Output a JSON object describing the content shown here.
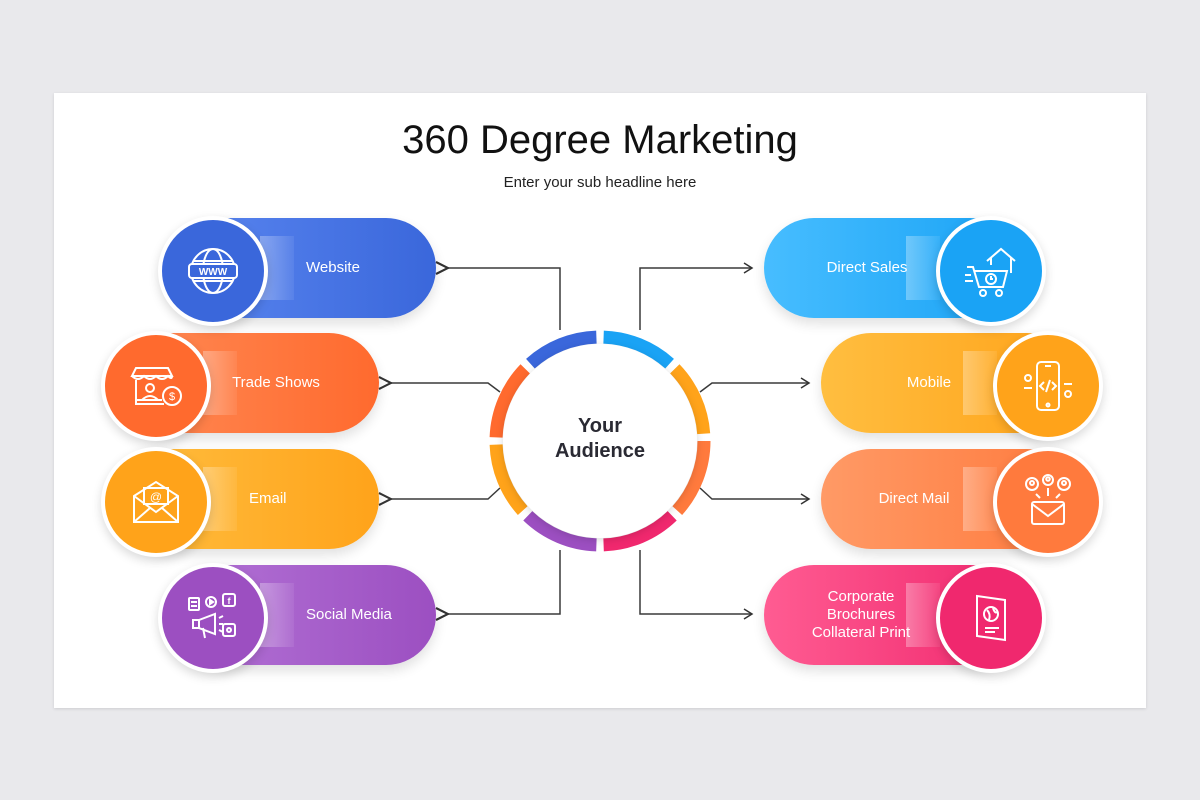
{
  "title": "360 Degree Marketing",
  "subtitle": "Enter your sub headline here",
  "center": {
    "line1": "Your",
    "line2": "Audience"
  },
  "left_items": [
    {
      "label": "Website",
      "color": "#3a67db",
      "light": "#5a86f0",
      "icon": "globe-www-icon"
    },
    {
      "label": "Trade Shows",
      "color": "#ff6a2e",
      "light": "#ff8a55",
      "icon": "shop-stand-icon"
    },
    {
      "label": "Email",
      "color": "#ffa31a",
      "light": "#ffbe40",
      "icon": "envelope-at-icon"
    },
    {
      "label": "Social Media",
      "color": "#9c4fc1",
      "light": "#b373d6",
      "icon": "social-megaphone-icon"
    }
  ],
  "right_items": [
    {
      "label": "Direct Sales",
      "color": "#1aa3f5",
      "light": "#47bdff",
      "icon": "cart-home-icon"
    },
    {
      "label": "Mobile",
      "color": "#ffa31a",
      "light": "#ffbe40",
      "icon": "mobile-code-icon"
    },
    {
      "label": "Direct Mail",
      "color": "#ff7a3d",
      "light": "#ff9a66",
      "icon": "mail-people-icon"
    },
    {
      "label": "Corporate\nBrochures\nCollateral Print",
      "color": "#f0286e",
      "light": "#ff5c92",
      "icon": "brochure-icon"
    }
  ]
}
